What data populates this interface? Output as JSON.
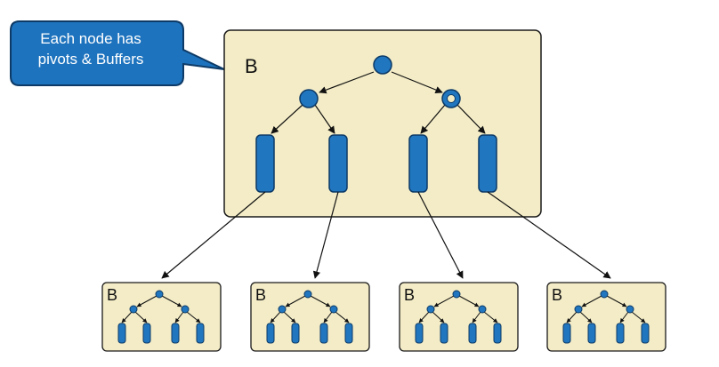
{
  "callout": {
    "line1": "Each node has",
    "line2": "pivots & Buffers"
  },
  "root_node": {
    "label": "B"
  },
  "child_nodes": [
    {
      "label": "B"
    },
    {
      "label": "B"
    },
    {
      "label": "B"
    },
    {
      "label": "B"
    }
  ],
  "colors": {
    "node_fill": "#f3ecc6",
    "node_stroke": "#1a1a1a",
    "pivot_fill": "#2176c0",
    "pivot_stroke": "#0d3a66",
    "callout_fill": "#1e73be",
    "edge": "#111111"
  }
}
